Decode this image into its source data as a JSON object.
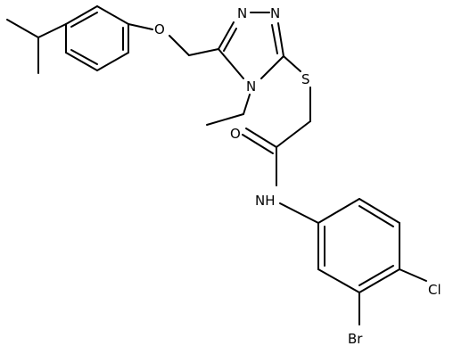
{
  "molecule": {
    "atom_labels": {
      "oxygen_ether": "O",
      "nitrogen_triazole_1": "N",
      "nitrogen_triazole_2": "N",
      "nitrogen_triazole_4": "N",
      "sulfur": "S",
      "oxygen_carbonyl": "O",
      "amide_nh": "NH",
      "chlorine": "Cl",
      "bromine": "Br"
    },
    "colors": {
      "bond": "#000000",
      "label": "#000000",
      "background": "#ffffff"
    }
  }
}
